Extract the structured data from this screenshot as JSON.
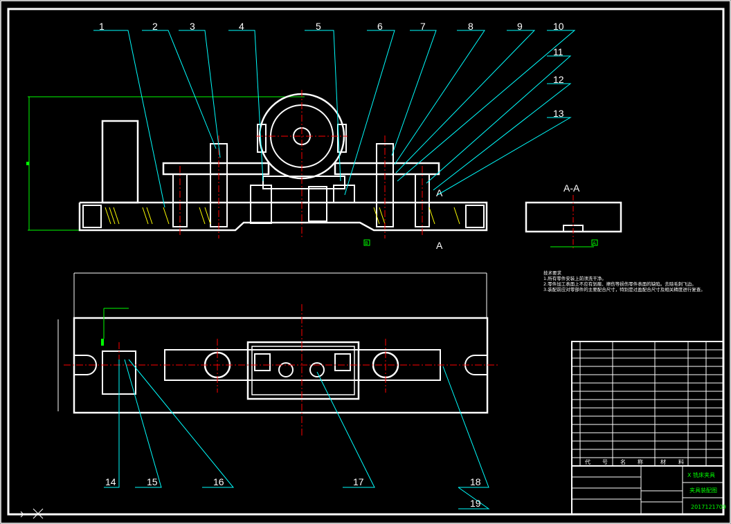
{
  "balloons": [
    "1",
    "2",
    "3",
    "4",
    "5",
    "6",
    "7",
    "8",
    "9",
    "10",
    "11",
    "12",
    "13",
    "14",
    "15",
    "16",
    "17",
    "18",
    "19"
  ],
  "section_label": "A-A",
  "section_mark_top": "A",
  "section_mark_bottom": "A",
  "datum_b": "B",
  "datum_a": "A",
  "tech_requirements": {
    "title": "技术要求",
    "items": [
      "1.所有零件安装上前须洗干净。",
      "2.零件加工表面上不应有划痕、擦伤等损伤零件表面的缺陷。去除毛刺飞边。",
      "3.装配前应对零部件的主要配合尺寸，特别是过盈配合尺寸及相关精度进行复查。"
    ]
  },
  "title_block": {
    "header_cols": [
      "代",
      "号",
      "名",
      "称",
      "材",
      "料"
    ],
    "name_line1": "X 铣床夹具",
    "name_line2": "夹具装配图",
    "drawing_no": "2017121709"
  },
  "colors": {
    "background": "#000000",
    "outline": "#ffffff",
    "leader": "#00ffff",
    "center": "#ff0000",
    "dimension": "#00ff00",
    "hatch": "#ffff00"
  }
}
